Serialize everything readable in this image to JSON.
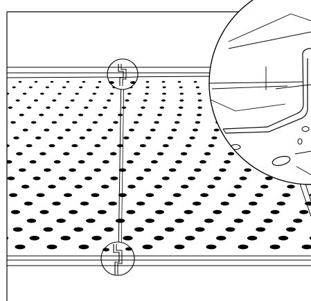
{
  "diagram": {
    "subject": "perforated-plate-with-folded-edge-detail",
    "line_color": "#000000",
    "background_color": "#ffffff",
    "callouts": [
      {
        "id": "top-joint"
      },
      {
        "id": "bottom-joint"
      }
    ],
    "detail_view": {
      "shows": "folded-edge-cross-section"
    }
  }
}
